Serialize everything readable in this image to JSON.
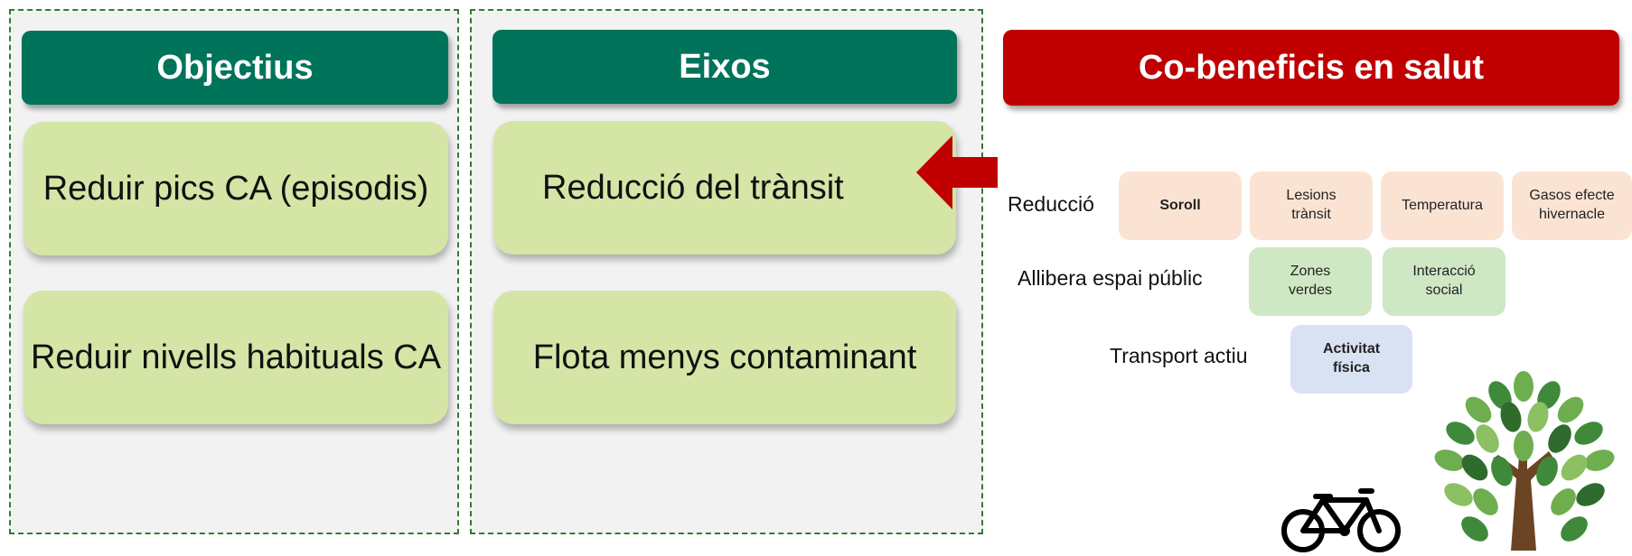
{
  "objectius": {
    "title": "Objectius",
    "items": [
      "Reduir pics CA (episodis)",
      "Reduir nivells habituals CA"
    ]
  },
  "eixos": {
    "title": "Eixos",
    "items": [
      "Reducció del trànsit",
      "Flota menys contaminant"
    ]
  },
  "cobeneficis": {
    "title": "Co-beneficis en salut",
    "rows": [
      {
        "label": "Reducció",
        "chips": [
          "Soroll",
          "Lesions\ntrànsit",
          "Temperatura",
          "Gasos efecte\nhivernacle"
        ]
      },
      {
        "label": "Allibera espai públic",
        "chips": [
          "Zones\nverdes",
          "Interacció\nsocial"
        ]
      },
      {
        "label": "Transport actiu",
        "chips": [
          "Activitat\nfísica"
        ]
      }
    ]
  },
  "icons": {
    "arrow": "left-arrow-icon",
    "bicycle": "bicycle-icon",
    "tree": "tree-icon"
  },
  "colors": {
    "header_green": "#00735b",
    "header_red": "#c00000",
    "card_green": "#d4e5a6",
    "panel_border": "#2e7d32",
    "chip_peach": "#fbe3d4",
    "chip_green": "#cfe8c4",
    "chip_blue": "#d9e2f3"
  }
}
